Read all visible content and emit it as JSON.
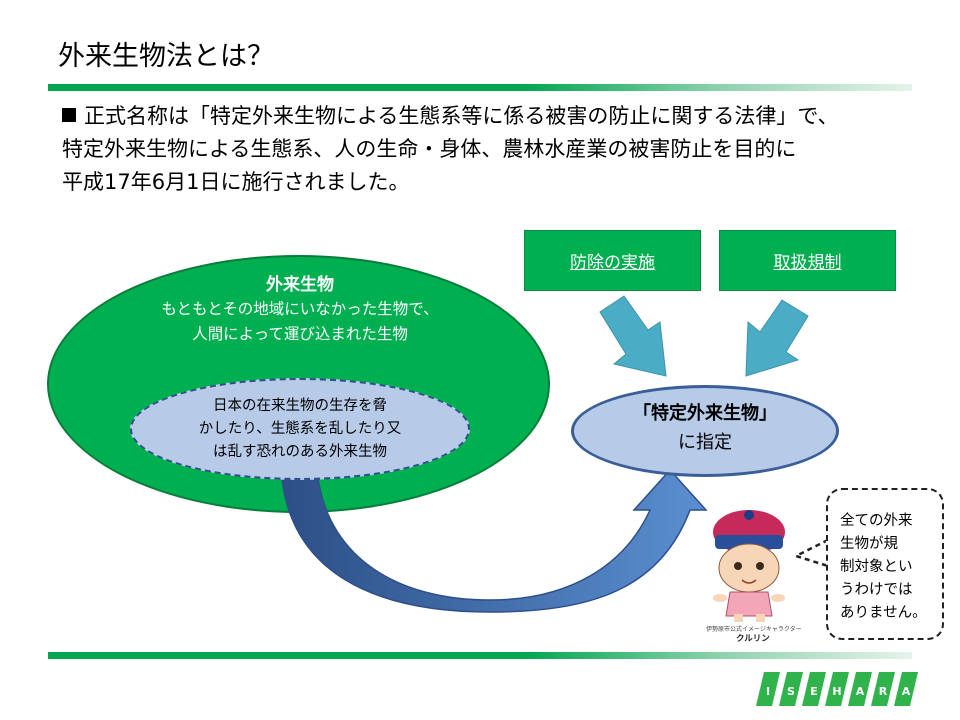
{
  "title": "外来生物法とは？",
  "intro": {
    "line1": "正式名称は「特定外来生物による生態系等に係る被害の防止に関する法律」で、",
    "line2": "特定外来生物による生態系、人の生命・身体、農林水産業の被害防止を目的に",
    "line3": "平成17年6月1日に施行されました。"
  },
  "alien": {
    "title": "外来生物",
    "line1": "もともとその地域にいなかった生物で、",
    "line2": "人間によって運び込まれた生物"
  },
  "invasive": {
    "line1": "日本の在来生物の生存を脅",
    "line2": "かしたり、生態系を乱したり又",
    "line3": "は乱す恐れのある外来生物"
  },
  "boxes": {
    "control": "防除の実施",
    "handling": "取扱規制"
  },
  "designated": {
    "line1": "「特定外来生物」",
    "line2": "に指定"
  },
  "callout": {
    "line1": "全ての外来",
    "line2": "生物が規",
    "line3": "制対象とい",
    "line4": "うわけでは",
    "line5": "ありません。"
  },
  "mascot": {
    "caption_small": "伊勢原市公式イメージキャラクター",
    "name": "クルリン"
  },
  "logo": {
    "letters": [
      "I",
      "S",
      "E",
      "H",
      "A",
      "R",
      "A"
    ]
  },
  "colors": {
    "green": "#00b050",
    "light_blue": "#b7cbe8",
    "dark_blue": "#3a5f98",
    "arrow_cyan": "#4bacc6"
  }
}
